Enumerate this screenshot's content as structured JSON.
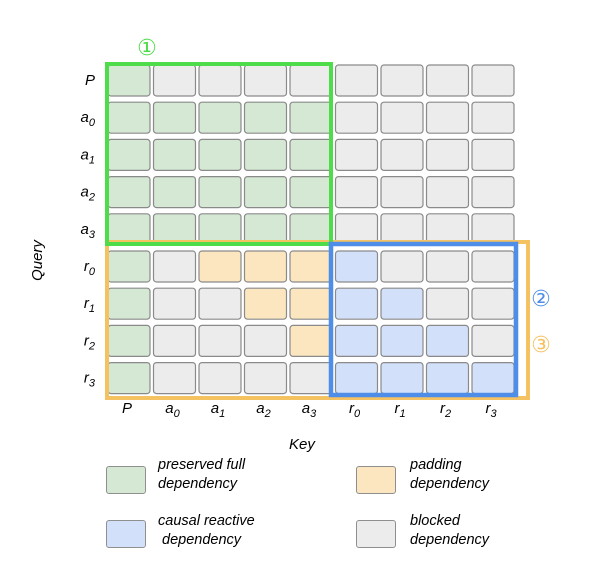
{
  "rows": [
    "P",
    "a0",
    "a1",
    "a2",
    "a3",
    "r0",
    "r1",
    "r2",
    "r3"
  ],
  "cols": [
    "P",
    "a0",
    "a1",
    "a2",
    "a3",
    "r0",
    "r1",
    "r2",
    "r3"
  ],
  "axes": {
    "x_title": "Key",
    "y_title": "Query"
  },
  "cell_types": [
    "PBBBBBBBB",
    "PPPPPBBBB",
    "PPPPPBBBB",
    "PPPPPBBBB",
    "PPPPPBBBB",
    "PBDDDCBBB",
    "PBBDDCCBB",
    "PBBBDCCCB",
    "PBBBBCCCC"
  ],
  "colors": {
    "preserved": "#d5e8d4",
    "padding": "#fbe6c0",
    "causal": "#d3e0fa",
    "blocked": "#ececec",
    "cell_border": "#8a8a8a",
    "green_frame": "#4fdc4a",
    "orange_frame": "#f5c262",
    "blue_frame": "#4f8ee8"
  },
  "region_labels": {
    "one": "①",
    "two": "②",
    "three": "③"
  },
  "legend": [
    {
      "key": "preserved",
      "line1": "preserved full",
      "line2": "dependency"
    },
    {
      "key": "padding",
      "line1": "padding",
      "line2": "dependency"
    },
    {
      "key": "causal",
      "line1": "causal reactive",
      "line2": " dependency"
    },
    {
      "key": "blocked",
      "line1": "blocked",
      "line2": "dependency"
    }
  ]
}
